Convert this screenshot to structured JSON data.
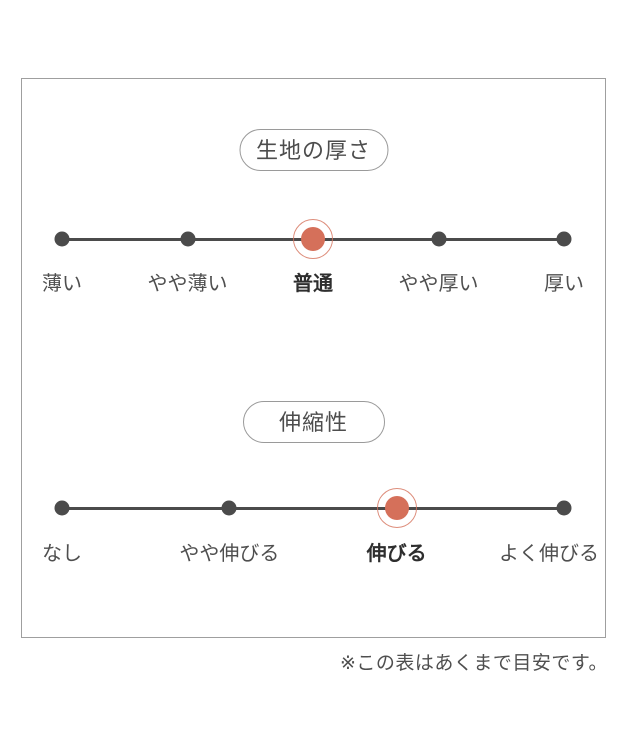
{
  "chart_data": [
    {
      "type": "scale",
      "title": "生地の厚さ",
      "categories": [
        "薄い",
        "やや薄い",
        "普通",
        "やや厚い",
        "厚い"
      ],
      "selected_index": 2,
      "selected_label": "普通",
      "num_points": 5
    },
    {
      "type": "scale",
      "title": "伸縮性",
      "categories": [
        "なし",
        "やや伸びる",
        "伸びる",
        "よく伸びる"
      ],
      "selected_index": 2,
      "selected_label": "伸びる",
      "num_points": 4
    }
  ],
  "note": "※この表はあくまで目安です。",
  "colors": {
    "accent_selected_dot": "#d5705a",
    "dot_and_line": "#4b4b4b",
    "label_text": "#4f4f4f",
    "selected_label_text": "#2e2e2e",
    "frame_border": "#9f9f9f",
    "pill_border": "#9a9a9a",
    "background": "#ffffff"
  }
}
